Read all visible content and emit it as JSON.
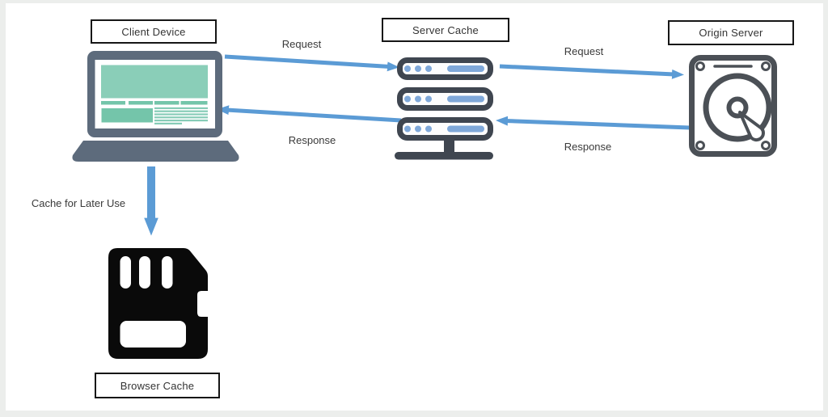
{
  "title": "Web caching flow diagram",
  "colors": {
    "frame": "#eceeec",
    "bg": "#ffffff",
    "arrow": "#5b9bd5",
    "laptop_frame": "#5d6b7c",
    "teal_banner": "#8aceb8",
    "teal_mid": "#74c5aa",
    "teal_line": "#86ccb7",
    "server_dark": "#3f4650",
    "server_accent": "#7fa8d9",
    "disk_stroke": "#4b5056",
    "sd_fill": "#0a0a0a"
  },
  "nodes": [
    {
      "id": "client-device",
      "label": "Client Device",
      "icon": "laptop-icon"
    },
    {
      "id": "server-cache",
      "label": "Server Cache",
      "icon": "server-stack-icon"
    },
    {
      "id": "origin-server",
      "label": "Origin Server",
      "icon": "hard-drive-icon"
    },
    {
      "id": "browser-cache",
      "label": "Browser Cache",
      "icon": "sd-card-icon"
    }
  ],
  "edges": [
    {
      "from": "client-device",
      "to": "server-cache",
      "label": "Request",
      "direction": "right"
    },
    {
      "from": "server-cache",
      "to": "origin-server",
      "label": "Request",
      "direction": "right"
    },
    {
      "from": "origin-server",
      "to": "server-cache",
      "label": "Response",
      "direction": "left"
    },
    {
      "from": "server-cache",
      "to": "client-device",
      "label": "Response",
      "direction": "left"
    },
    {
      "from": "client-device",
      "to": "browser-cache",
      "label": "Cache for Later Use",
      "direction": "down"
    }
  ]
}
